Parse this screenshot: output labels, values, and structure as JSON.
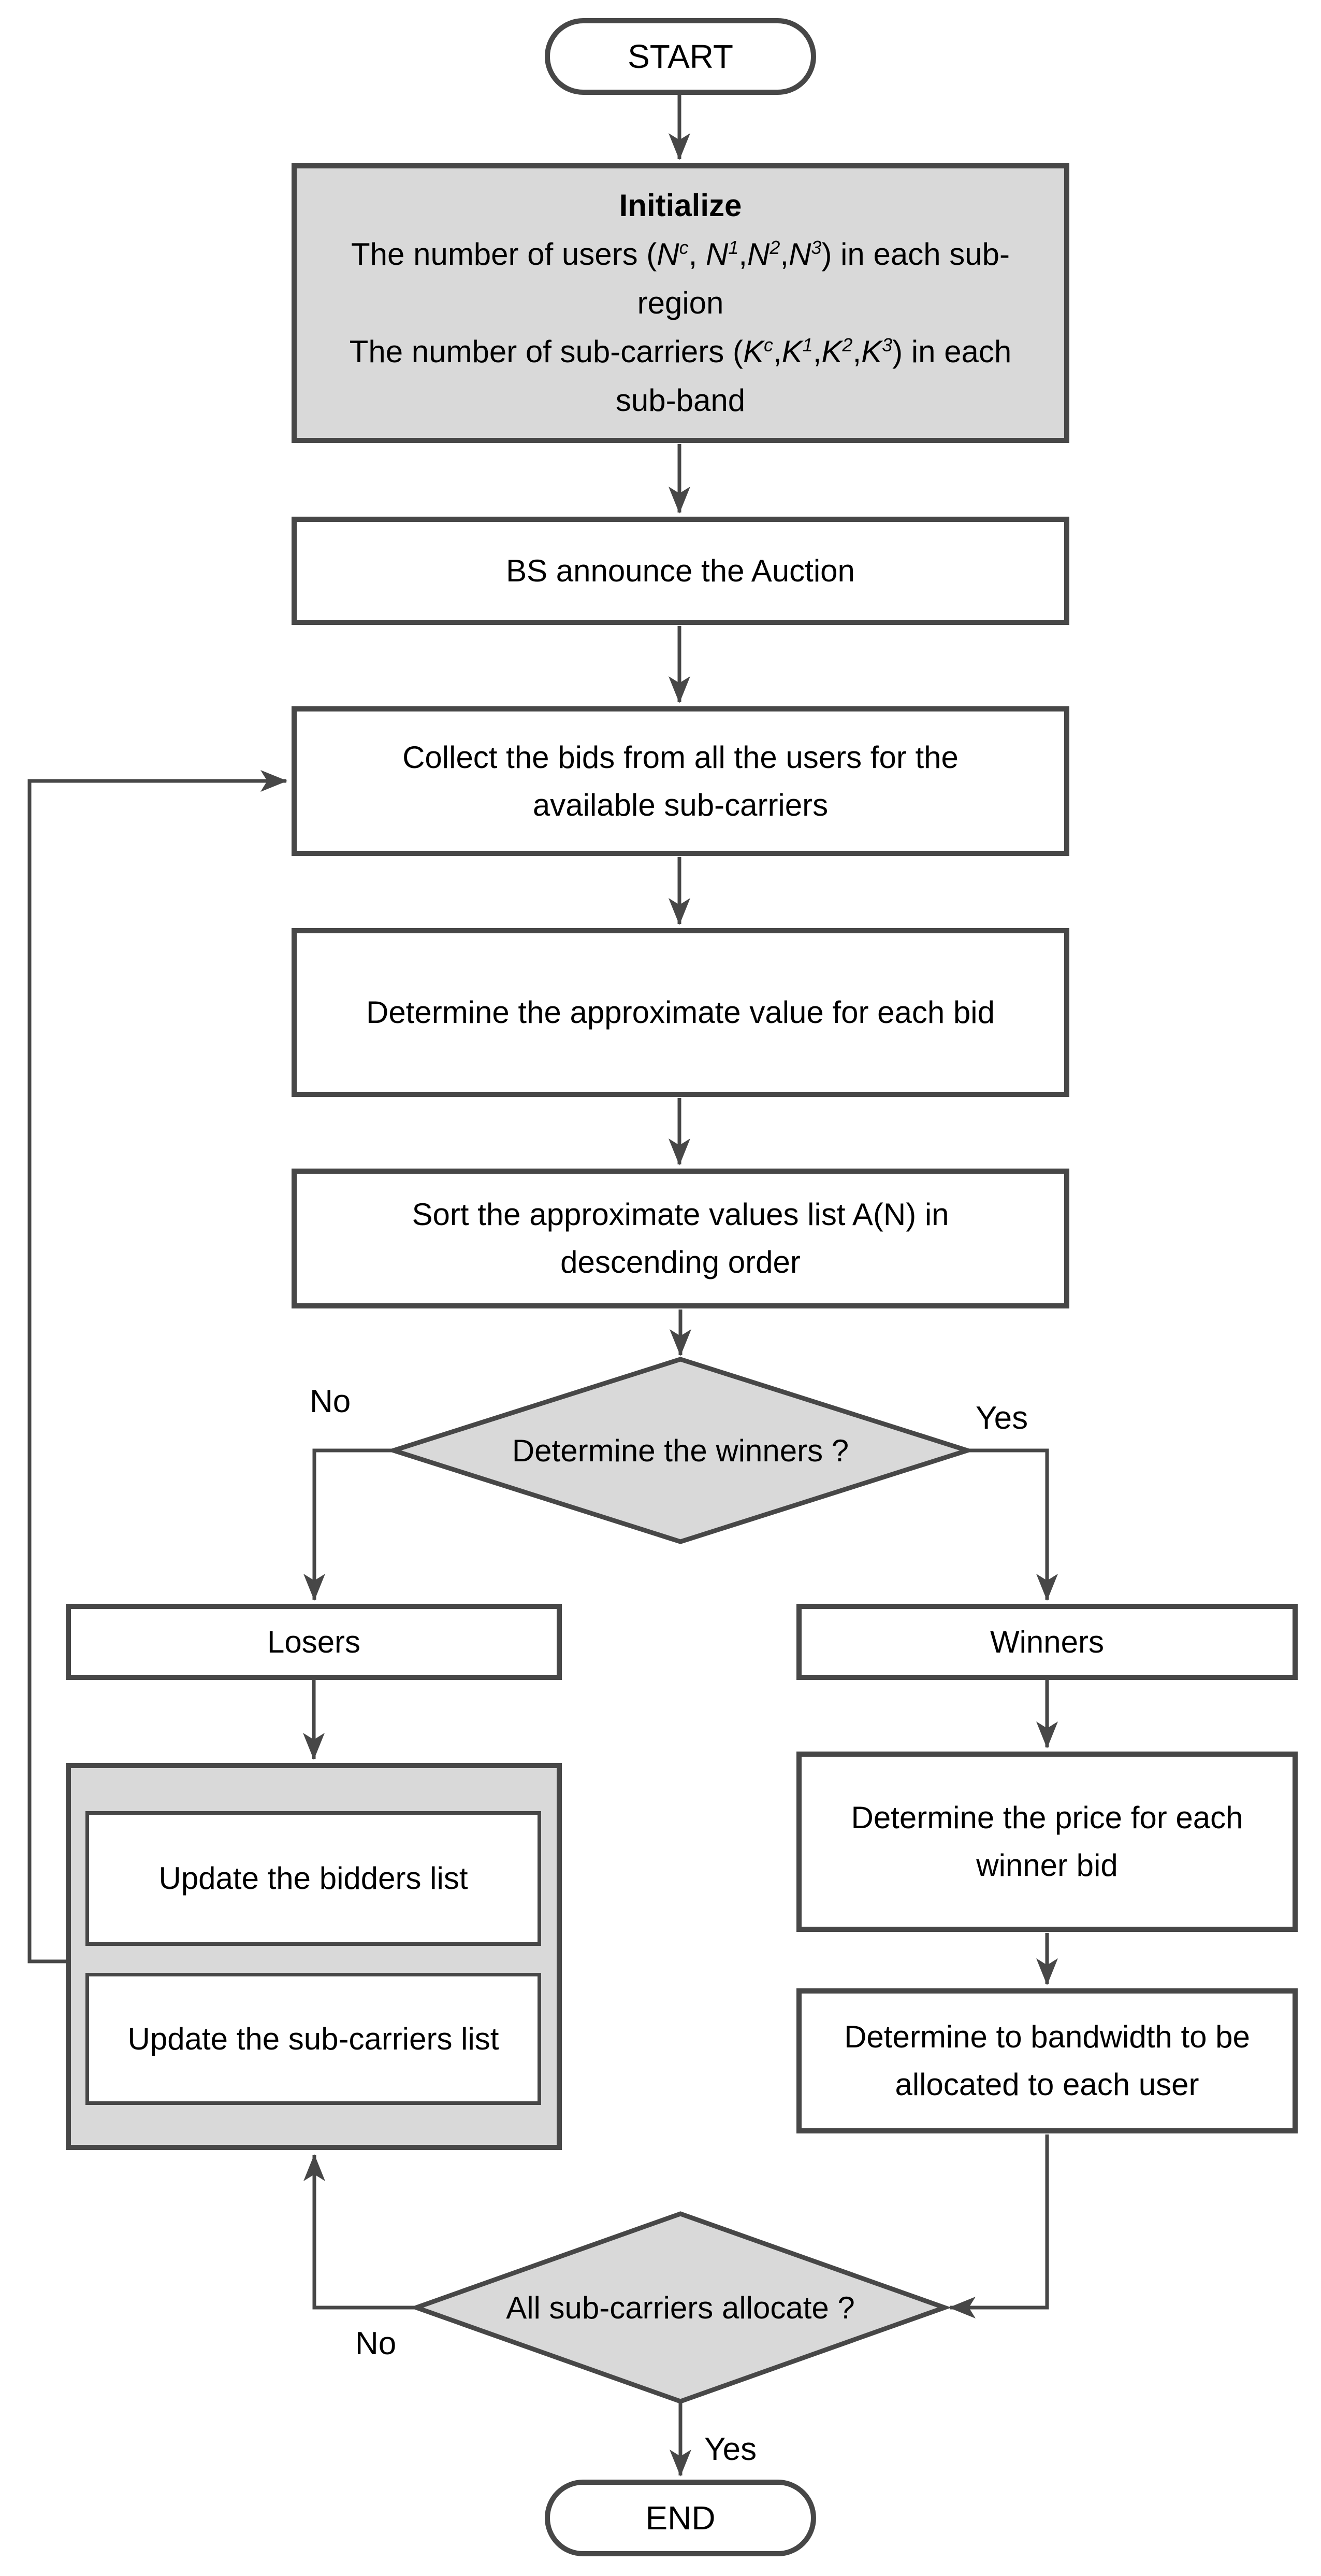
{
  "colors": {
    "border": "#474747",
    "line": "#474747",
    "gray": "#d9d9d9",
    "text": "#000000"
  },
  "nodes": {
    "start": {
      "label": "START"
    },
    "initialize": {
      "title": "Initialize",
      "rich_lines": [
        [
          {
            "t": "The number of users ("
          },
          {
            "t": "N",
            "i": true
          },
          {
            "t": "c",
            "sup": true
          },
          {
            "t": ", "
          },
          {
            "t": "N",
            "i": true
          },
          {
            "t": "1",
            "sup": true
          },
          {
            "t": ","
          },
          {
            "t": "N",
            "i": true
          },
          {
            "t": "2",
            "sup": true
          },
          {
            "t": ","
          },
          {
            "t": "N",
            "i": true
          },
          {
            "t": "3",
            "sup": true
          },
          {
            "t": ") in each sub-"
          }
        ],
        [
          {
            "t": "region"
          }
        ],
        [
          {
            "t": "The number of sub-carriers ("
          },
          {
            "t": "K",
            "i": true
          },
          {
            "t": "c",
            "sup": true
          },
          {
            "t": ","
          },
          {
            "t": "K",
            "i": true
          },
          {
            "t": "1",
            "sup": true
          },
          {
            "t": ","
          },
          {
            "t": "K",
            "i": true
          },
          {
            "t": "2",
            "sup": true
          },
          {
            "t": ","
          },
          {
            "t": "K",
            "i": true
          },
          {
            "t": "3",
            "sup": true
          },
          {
            "t": ") in each"
          }
        ],
        [
          {
            "t": "sub-band"
          }
        ]
      ]
    },
    "announce": {
      "lines": [
        "BS announce the Auction"
      ]
    },
    "collect": {
      "lines": [
        "Collect the bids from all the users for the",
        "available sub-carriers"
      ]
    },
    "approximate": {
      "lines": [
        "Determine the approximate value for each bid"
      ]
    },
    "sort": {
      "lines": [
        "Sort the approximate values list A(N) in",
        "descending order"
      ]
    },
    "decision_winners": {
      "label": "Determine the winners ?"
    },
    "losers": {
      "lines": [
        "Losers"
      ]
    },
    "winners": {
      "lines": [
        "Winners"
      ]
    },
    "update_bidders": {
      "lines": [
        "Update the bidders list"
      ]
    },
    "update_subcarriers": {
      "lines": [
        "Update the sub-carriers list"
      ]
    },
    "price": {
      "lines": [
        "Determine the price for each",
        "winner bid"
      ]
    },
    "bandwidth": {
      "lines": [
        "Determine to bandwidth to be",
        "allocated to each user"
      ]
    },
    "decision_allocate": {
      "label": "All sub-carriers allocate ?"
    },
    "end": {
      "label": "END"
    }
  },
  "edge_labels": {
    "winners_no": "No",
    "winners_yes": "Yes",
    "allocate_no": "No",
    "allocate_yes": "Yes"
  }
}
